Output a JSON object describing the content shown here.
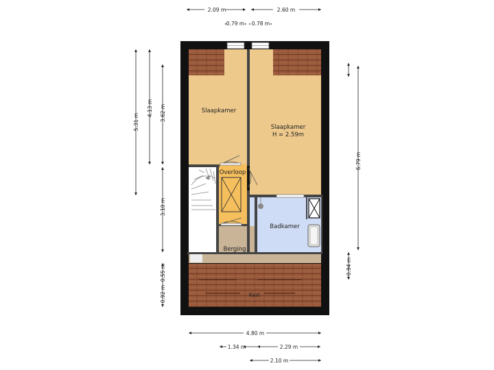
{
  "rooms": {
    "slaapkamer_1": "Slaapkamer",
    "slaapkamer_2": "Slaapkamer",
    "slaapkamer_2_height": "H = 2.59m",
    "overloop": "Overloop",
    "badkamer": "Badkamer",
    "berging": "Berging",
    "kast": "Kast"
  },
  "dimensions": {
    "top_left": "2.09 m",
    "top_right": "2.60 m",
    "top_window_1": "0.79 m",
    "top_window_2": "0.78 m",
    "left_outer": "5.31 m",
    "left_mid": "4.13 m",
    "left_inner": "3.62 m",
    "left_lower": "3.10 m",
    "left_bottom_a": "0.92 m",
    "left_bottom_b": "0.55 m",
    "right_main": "6.79 m",
    "right_bottom": "0.94 m",
    "bottom_total": "4.80 m",
    "bottom_left": "1.34 m",
    "bottom_right": "2.29 m",
    "bottom_small": "2.10 m"
  },
  "colors": {
    "bedroom": "#eec98c",
    "overloop": "#f6bf5e",
    "badkamer": "#cfdcf5",
    "berging": "#c9b497",
    "roof": "#9a5a3c",
    "wall": "#111111"
  }
}
